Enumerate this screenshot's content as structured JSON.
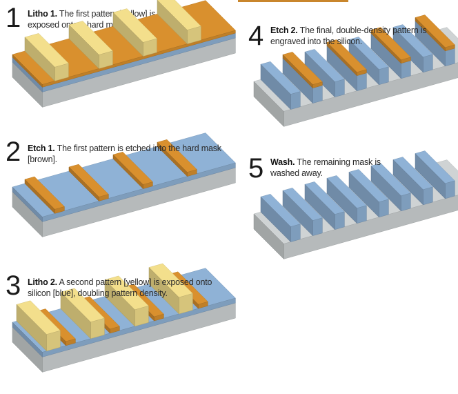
{
  "colors": {
    "yellow": "#f3df8c",
    "brown": "#d9902e",
    "blue": "#8fb2d6",
    "silicon": "#cfd3d4"
  },
  "steps": [
    {
      "number": "1",
      "heading": "Litho 1.",
      "text": "The first pattern [yellow] is exposed onto a hard mask."
    },
    {
      "number": "2",
      "heading": "Etch 1.",
      "text": "The first pattern is etched into the hard mask [brown]."
    },
    {
      "number": "3",
      "heading": "Litho 2.",
      "text": "A second pattern [yellow] is exposed onto silicon [blue], doubling pattern density."
    },
    {
      "number": "4",
      "heading": "Etch 2.",
      "text": "The final, double-density pattern is engraved into the silicon."
    },
    {
      "number": "5",
      "heading": "Wash.",
      "text": "The remaining mask is washed away."
    }
  ]
}
